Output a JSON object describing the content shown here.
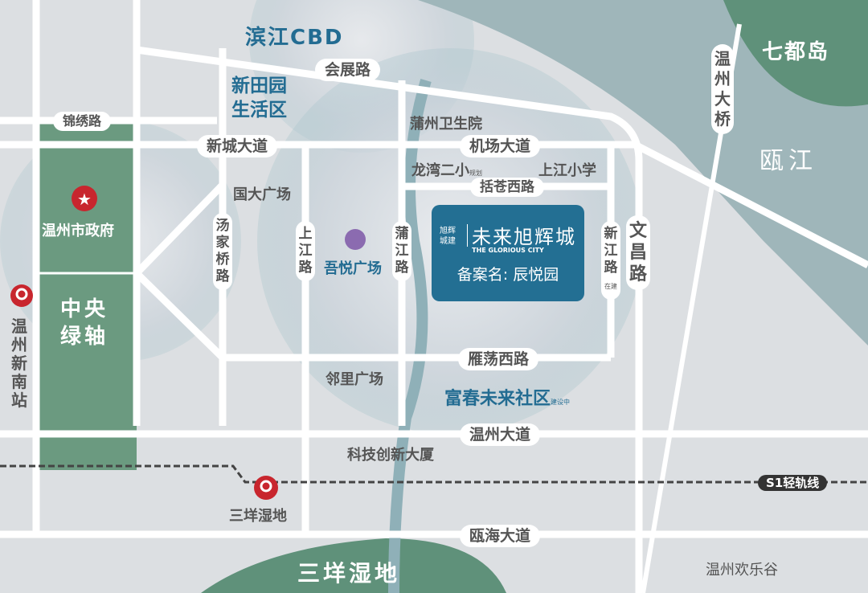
{
  "areas": {
    "cbd": "滨江CBD",
    "xintianyuan": "新田园\n生活区",
    "qiduisland": "七都岛",
    "oujiang": "瓯江",
    "central_axis": "中央\n绿轴",
    "sanyang_wetland": "三垟湿地",
    "fuchun_community": "富春未来社区",
    "fuchun_note": "建设中"
  },
  "roads": {
    "huizhan": "会展路",
    "jinxiu": "锦绣路",
    "xincheng": "新城大道",
    "jichang": "机场大道",
    "kuocangxi": "括苍西路",
    "tangjiaqiao": "汤家桥路",
    "shangjiang": "上江路",
    "pujiang": "蒲江路",
    "xinjiang": "新江路",
    "xinjiang_note": "在建",
    "wenchang": "文昌路",
    "wenzhou_bridge": "温州大桥",
    "yandangxi": "雁荡西路",
    "wenzhou_avenue": "温州大道",
    "ouhai_avenue": "瓯海大道"
  },
  "pois": {
    "puzhou_clinic": "蒲州卫生院",
    "longwan_school": "龙湾二小",
    "longwan_note": "规划",
    "shangjiang_school": "上江小学",
    "guoda_plaza": "国大广场",
    "wuyue_plaza": "吾悦广场",
    "linli_plaza": "邻里广场",
    "tech_building": "科技创新大厦",
    "city_gov": "温州市政府",
    "xinnan_station": "温州新南站",
    "sanyang_station": "三垟湿地",
    "happy_valley": "温州欢乐谷"
  },
  "rail": {
    "line": "S1轻轨线"
  },
  "project": {
    "developer": "旭辉\n城建",
    "name": "未来旭辉城",
    "name_en": "THE GLORIOUS CITY",
    "record_name": "备案名: 辰悦园"
  },
  "colors": {
    "green": "#6b9a80",
    "river": "#9fb6ba",
    "project": "#236f93",
    "station": "#c8262e"
  }
}
